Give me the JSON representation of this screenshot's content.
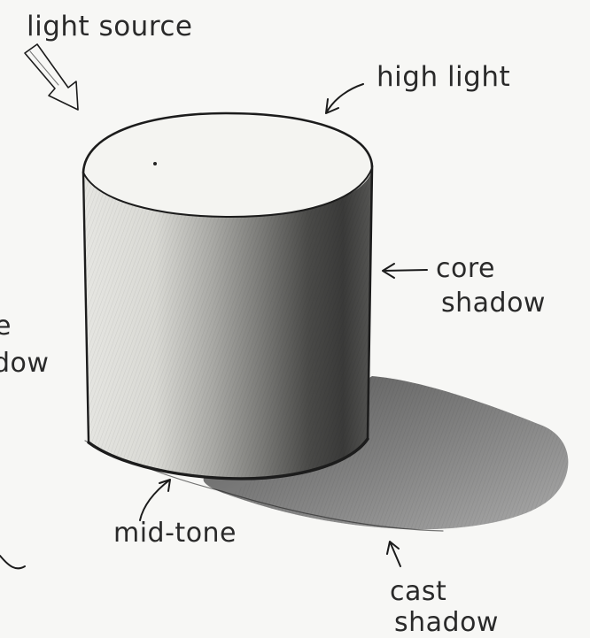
{
  "labels": {
    "light_source": "light source",
    "highlight": "high light",
    "core_shadow_line1": "core",
    "core_shadow_line2": "shadow",
    "mid_tone": "mid-tone",
    "cast_shadow_line1": "cast",
    "cast_shadow_line2": "shadow",
    "cropped_left_upper": "e",
    "cropped_left_lower": "dow"
  },
  "colors": {
    "paper": "#f7f7f5",
    "graphite": "#1c1c1c",
    "cast_shadow": "#6e6e6e"
  }
}
